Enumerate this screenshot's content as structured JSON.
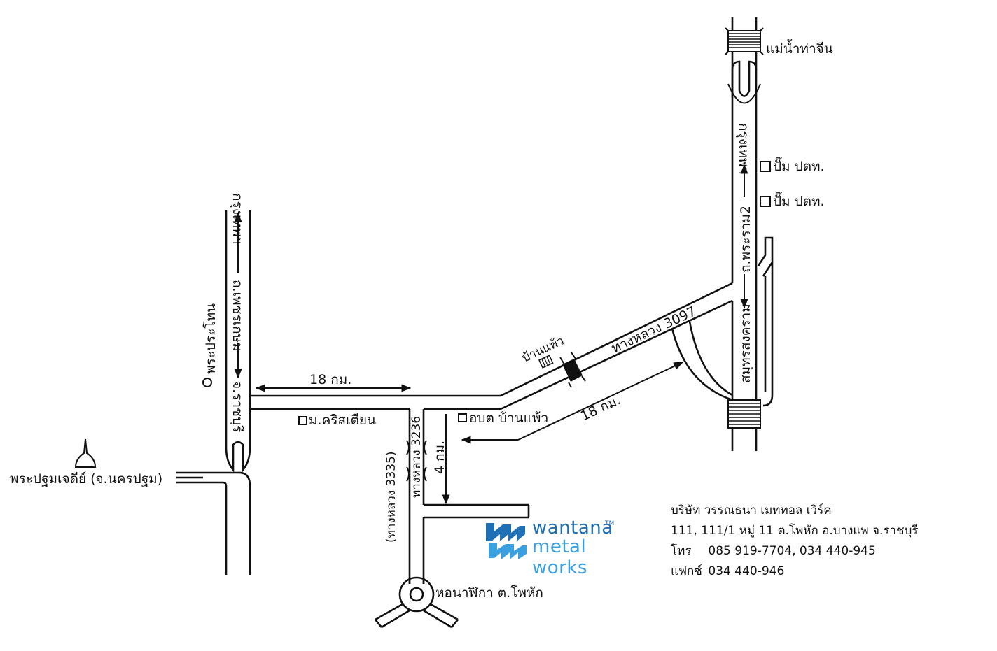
{
  "labels": {
    "tha_chin_river": "แม่น้ำท่าจีน",
    "ptt_pump_1": "ปั๊ม ปตท.",
    "ptt_pump_2": "ปั๊ม ปตท.",
    "rama2_road": "ถ.พระราม2",
    "to_bangkok_right": "กรุงเทพฯ",
    "samut_songkhram": "สมุทรสงคราม",
    "highway_3097": "ทางหลวง 3097",
    "ban_phaeo": "บ้านแพ้ว",
    "dist_18km_diag": "18 กม.",
    "obt_ban_phaeo": "อบต บ้านแพ้ว",
    "dist_4km": "4 กม.",
    "highway_3236": "ทางหลวง 3236",
    "highway_3335": "(ทางหลวง 3335)",
    "clock_tower": "หอนาฬิกา ต.โพหัก",
    "christian_univ": "ม.คริสเตียน",
    "dist_18km_horiz": "18 กม.",
    "phetkasem_road": "ถ.เพชรเกษม",
    "to_bangkok_left": "กรุงเทพฯ",
    "ratchaburi": "จ.ราชบุรี",
    "phra_prathon": "พระประโทน",
    "phra_pathom_chedi": "พระปฐมเจดีย์ (จ.นครปฐม)"
  },
  "logo": {
    "line1": "wantana",
    "line2": "metal works",
    "tm": "TM"
  },
  "company": {
    "name": "บริษัท วรรณธนา เมททอล เวิร์ค",
    "address": "111, 111/1 หมู่ 11  ต.โพหัก อ.บางแพ จ.ราชบุรี",
    "phone_label": "โทร",
    "phone": "085 919-7704, 034 440-945",
    "fax_label": "แฟกซ์",
    "fax": "034 440-946"
  },
  "colors": {
    "logo_dark": "#1f6fb4",
    "logo_light": "#3ba0df",
    "line": "#111111"
  },
  "icons": [
    "chedi-icon",
    "bridge-icon",
    "roundabout-icon",
    "landmark-square-icon",
    "landmark-circle-icon"
  ]
}
